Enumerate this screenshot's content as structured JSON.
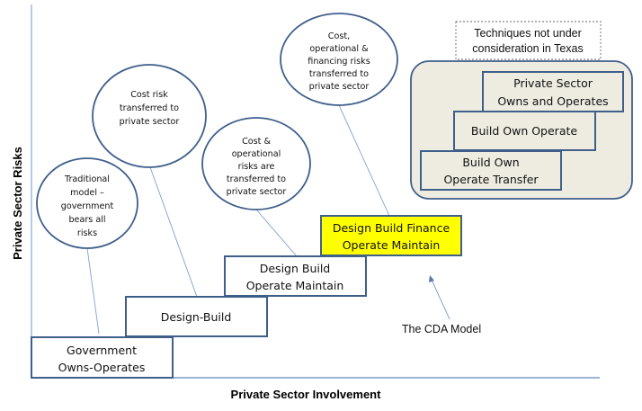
{
  "axes": {
    "x_label": "Private Sector Involvement",
    "y_label": "Private Sector Risks"
  },
  "models": [
    {
      "id": "government-owns-operates",
      "lines": [
        "Government",
        "Owns-Operates"
      ],
      "highlighted": false
    },
    {
      "id": "design-build",
      "lines": [
        "Design-Build"
      ],
      "highlighted": false
    },
    {
      "id": "design-build-operate-maintain",
      "lines": [
        "Design Build",
        "Operate Maintain"
      ],
      "highlighted": false
    },
    {
      "id": "design-build-finance-operate-maintain",
      "lines": [
        "Design Build Finance",
        "Operate Maintain"
      ],
      "highlighted": true
    }
  ],
  "bubbles": [
    {
      "id": "traditional-model",
      "lines": [
        "Traditional",
        "model –",
        "government",
        "bears all",
        "risks"
      ]
    },
    {
      "id": "cost-risk",
      "lines": [
        "Cost risk",
        "transferred to",
        "private sector"
      ]
    },
    {
      "id": "cost-operational",
      "lines": [
        "Cost &",
        "operational",
        "risks are",
        "transferred to",
        "private sector"
      ]
    },
    {
      "id": "cost-operational-financing",
      "lines": [
        "Cost,",
        "operational &",
        "financing risks",
        "transferred to",
        "private sector"
      ]
    }
  ],
  "excluded_group": {
    "caption_lines": [
      "Techniques not under",
      "consideration in Texas"
    ],
    "items": [
      {
        "id": "private-sector-owns-operates",
        "lines": [
          "Private Sector",
          "Owns and Operates"
        ]
      },
      {
        "id": "build-own-operate",
        "lines": [
          "Build Own Operate"
        ]
      },
      {
        "id": "build-own-operate-transfer",
        "lines": [
          "Build Own",
          "Operate Transfer"
        ]
      }
    ]
  },
  "cda_label": "The CDA Model",
  "colors": {
    "box_border": "#3f5f8a",
    "axis": "#7a9cc6",
    "highlight_fill": "#ffff00",
    "group_fill": "#eeece1",
    "connector": "#6f93c0"
  }
}
